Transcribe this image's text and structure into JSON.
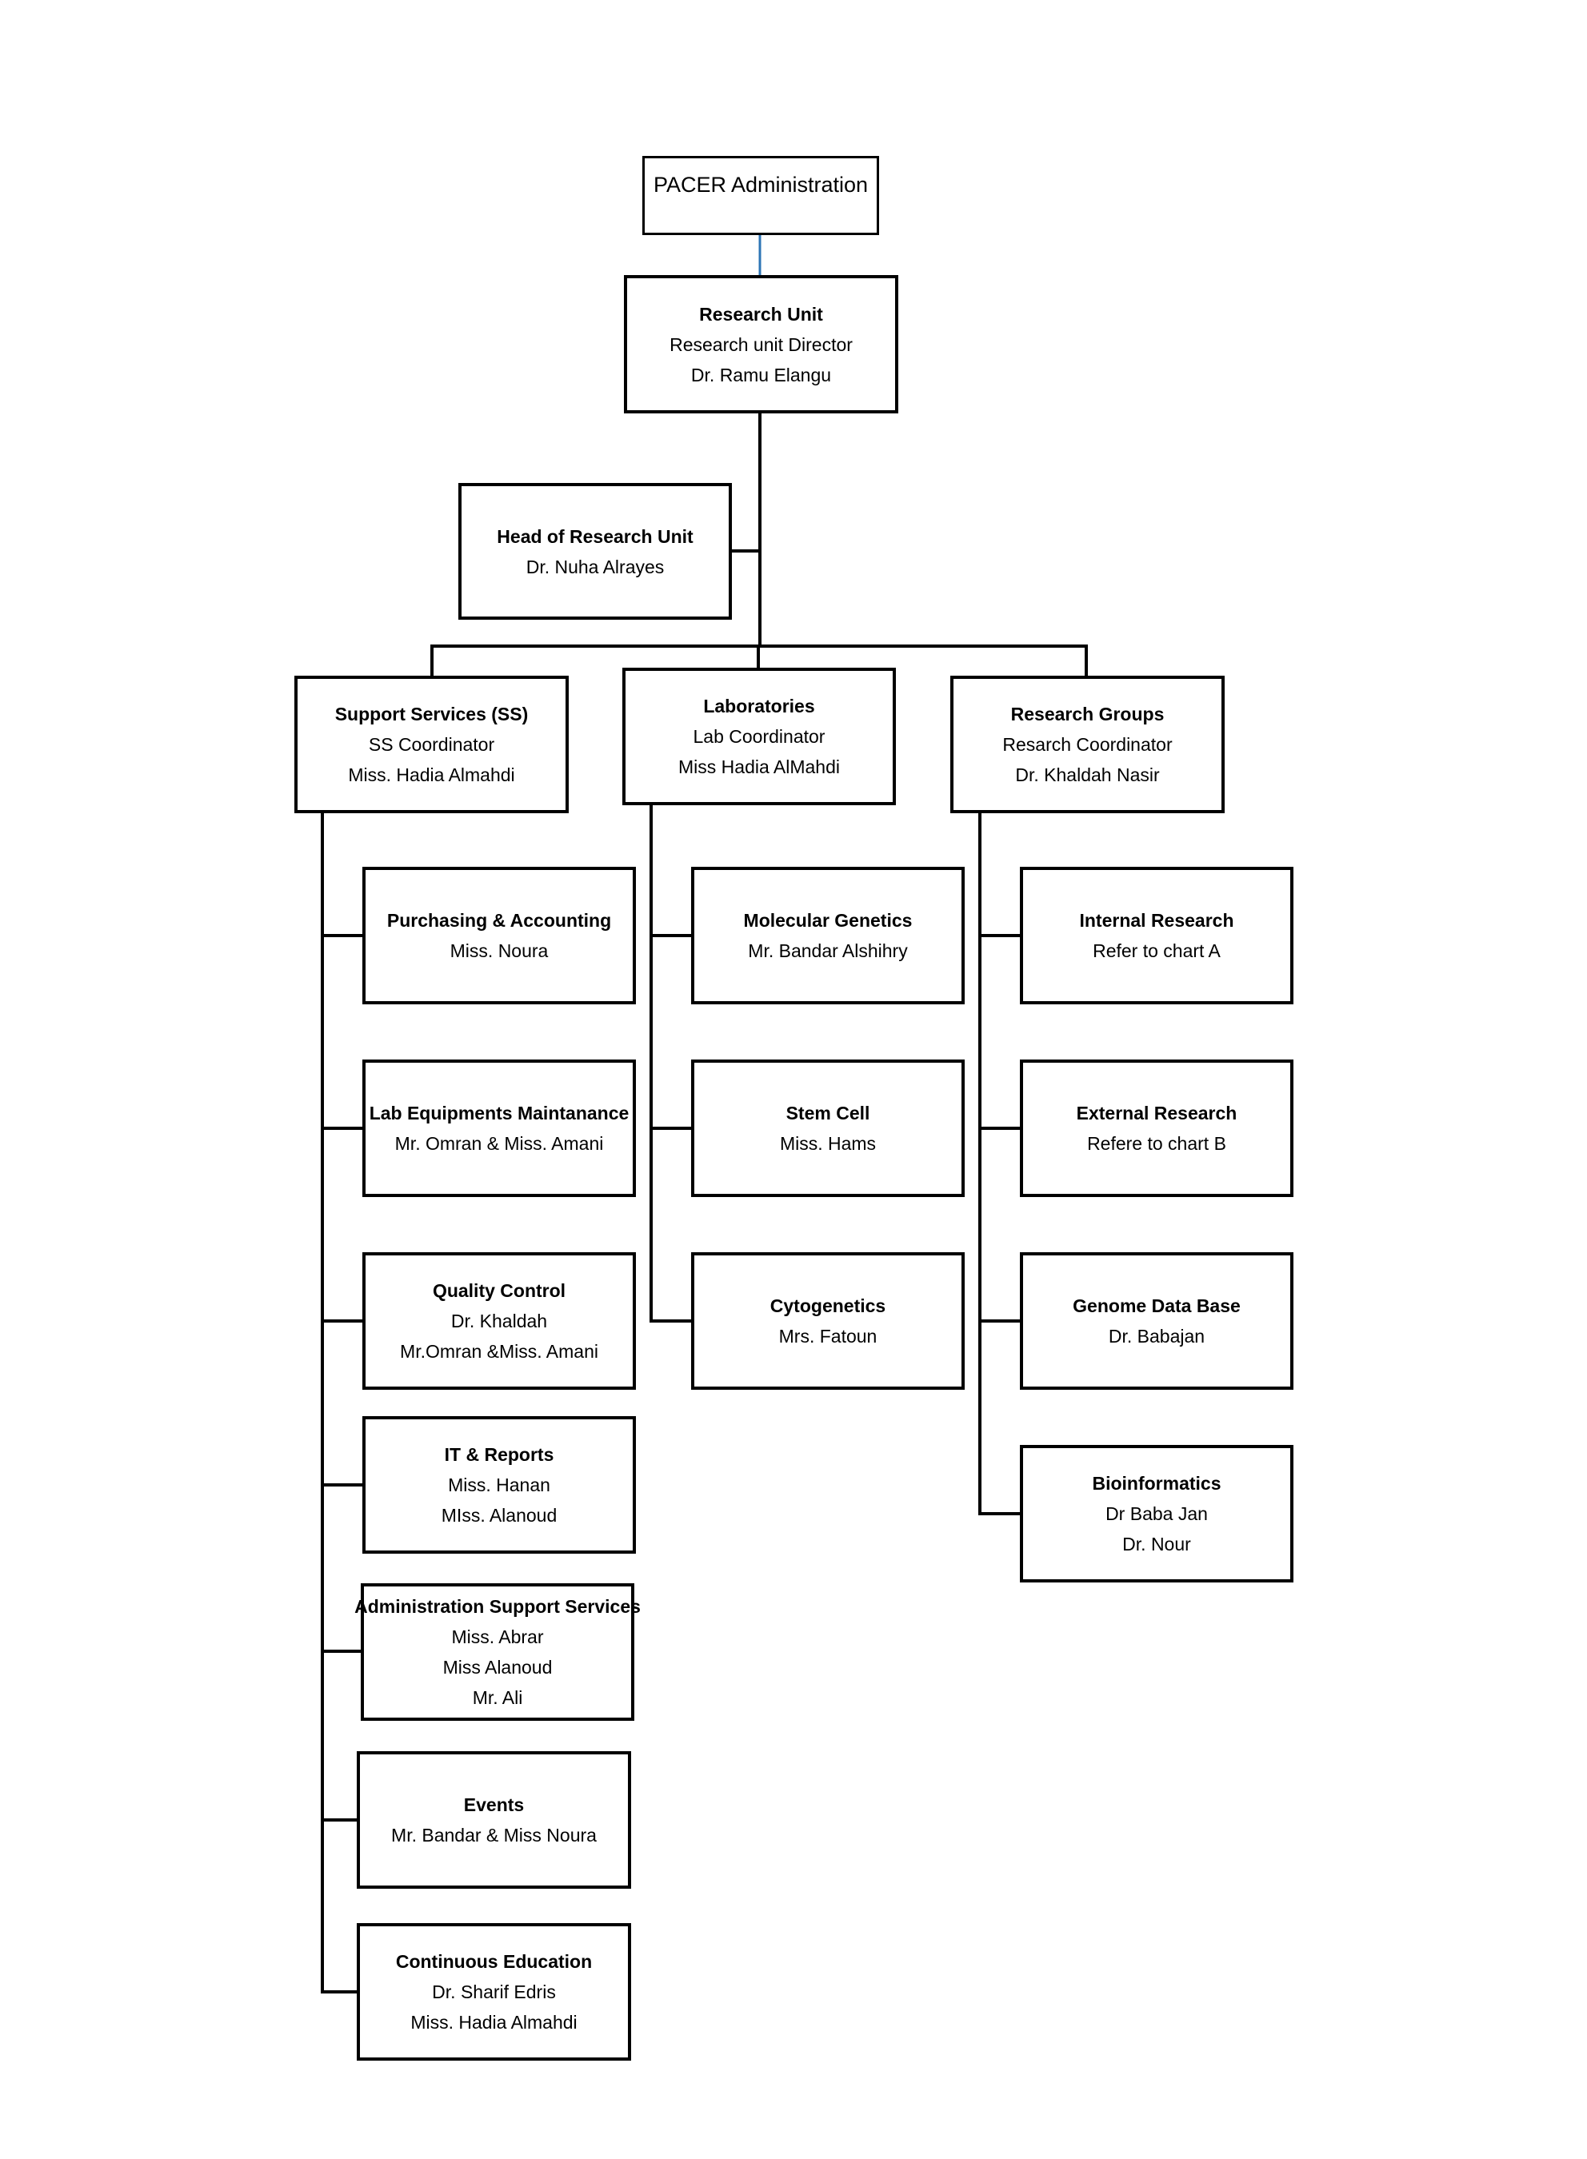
{
  "top": {
    "title": "PACER Administration"
  },
  "research_unit": {
    "title": "Research Unit",
    "lines": [
      "Research unit Director",
      "Dr. Ramu Elangu"
    ]
  },
  "head": {
    "title": "Head of Research Unit",
    "lines": [
      "Dr. Nuha Alrayes"
    ]
  },
  "support": {
    "title": "Support Services (SS)",
    "lines": [
      "SS Coordinator",
      "Miss. Hadia Almahdi"
    ],
    "children": [
      {
        "title": "Purchasing & Accounting",
        "lines": [
          "Miss. Noura"
        ]
      },
      {
        "title": "Lab Equipments Maintanance",
        "lines": [
          "Mr. Omran & Miss. Amani"
        ]
      },
      {
        "title": "Quality Control",
        "lines": [
          "Dr. Khaldah",
          "Mr.Omran &Miss. Amani"
        ]
      },
      {
        "title": "IT & Reports",
        "lines": [
          "Miss. Hanan",
          "MIss. Alanoud"
        ]
      },
      {
        "title": "Administration Support Services",
        "lines": [
          "Miss. Abrar",
          "Miss Alanoud",
          "Mr. Ali"
        ]
      },
      {
        "title": "Events",
        "lines": [
          "Mr. Bandar & Miss Noura"
        ]
      },
      {
        "title": "Continuous Education",
        "lines": [
          "Dr. Sharif Edris",
          "Miss. Hadia Almahdi"
        ]
      }
    ]
  },
  "labs": {
    "title": "Laboratories",
    "lines": [
      "Lab Coordinator",
      "Miss Hadia AlMahdi"
    ],
    "children": [
      {
        "title": "Molecular Genetics",
        "lines": [
          "Mr. Bandar Alshihry"
        ]
      },
      {
        "title": "Stem Cell",
        "lines": [
          "Miss. Hams"
        ]
      },
      {
        "title": "Cytogenetics",
        "lines": [
          "Mrs. Fatoun"
        ]
      }
    ]
  },
  "groups": {
    "title": "Research Groups",
    "lines": [
      "Resarch Coordinator",
      "Dr. Khaldah Nasir"
    ],
    "children": [
      {
        "title": "Internal Research",
        "lines": [
          "Refer to chart A"
        ]
      },
      {
        "title": "External Research",
        "lines": [
          "Refere to chart B"
        ]
      },
      {
        "title": "Genome Data Base",
        "lines": [
          "Dr. Babajan"
        ]
      },
      {
        "title": "Bioinformatics",
        "lines": [
          "Dr Baba Jan",
          "Dr. Nour"
        ]
      }
    ]
  },
  "colors": {
    "line": "#000000",
    "top_link": "#2e75b6"
  }
}
